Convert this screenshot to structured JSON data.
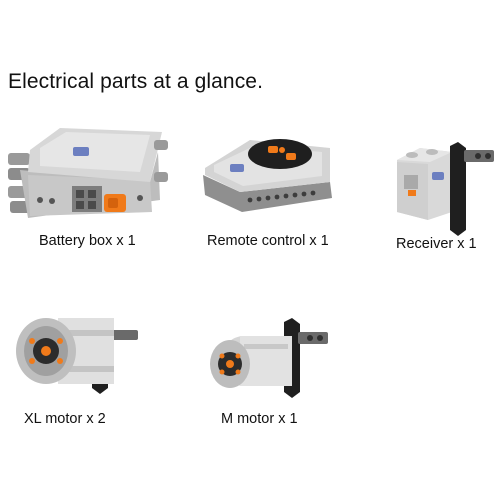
{
  "heading": "Electrical parts at a glance.",
  "parts": [
    {
      "name": "battery-box",
      "label": "Battery box x 1"
    },
    {
      "name": "remote-control",
      "label": "Remote control x 1"
    },
    {
      "name": "receiver",
      "label": "Receiver x 1"
    },
    {
      "name": "xl-motor",
      "label": "XL motor x 2"
    },
    {
      "name": "m-motor",
      "label": "M motor x 1"
    }
  ],
  "colors": {
    "light_gray": "#d9d9d9",
    "mid_gray": "#a7a7a7",
    "dark_gray": "#5a5a5a",
    "black": "#1f1f1f",
    "orange": "#f07a1a"
  }
}
